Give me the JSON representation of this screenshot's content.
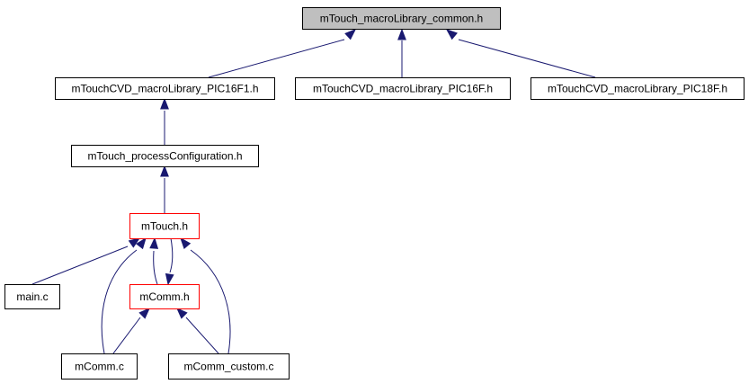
{
  "nodes": [
    {
      "id": "common",
      "label": "mTouch_macroLibrary_common.h",
      "style": "focus"
    },
    {
      "id": "pic16f1",
      "label": "mTouchCVD_macroLibrary_PIC16F1.h",
      "style": "normal"
    },
    {
      "id": "pic16f",
      "label": "mTouchCVD_macroLibrary_PIC16F.h",
      "style": "normal"
    },
    {
      "id": "pic18f",
      "label": "mTouchCVD_macroLibrary_PIC18F.h",
      "style": "normal"
    },
    {
      "id": "process",
      "label": "mTouch_processConfiguration.h",
      "style": "normal"
    },
    {
      "id": "mtouch",
      "label": "mTouch.h",
      "style": "truncated"
    },
    {
      "id": "mainc",
      "label": "main.c",
      "style": "normal"
    },
    {
      "id": "mcommh",
      "label": "mComm.h",
      "style": "truncated"
    },
    {
      "id": "mcommc",
      "label": "mComm.c",
      "style": "normal"
    },
    {
      "id": "custom",
      "label": "mComm_custom.c",
      "style": "normal"
    }
  ],
  "edges": [
    {
      "from": "pic16f1",
      "to": "common"
    },
    {
      "from": "pic16f",
      "to": "common"
    },
    {
      "from": "pic18f",
      "to": "common"
    },
    {
      "from": "process",
      "to": "pic16f1"
    },
    {
      "from": "mtouch",
      "to": "process"
    },
    {
      "from": "mainc",
      "to": "mtouch"
    },
    {
      "from": "mcommh",
      "to": "mtouch"
    },
    {
      "from": "mtouch",
      "to": "mcommh"
    },
    {
      "from": "mcommc",
      "to": "mtouch"
    },
    {
      "from": "custom",
      "to": "mtouch"
    },
    {
      "from": "mcommc",
      "to": "mcommh"
    },
    {
      "from": "custom",
      "to": "mcommh"
    }
  ],
  "colors": {
    "edge": "#191970",
    "focus_fill": "#bfbfbf",
    "focus_border": "#000000",
    "normal_fill": "#ffffff",
    "normal_border": "#000000",
    "truncated_border": "#ff0000"
  }
}
